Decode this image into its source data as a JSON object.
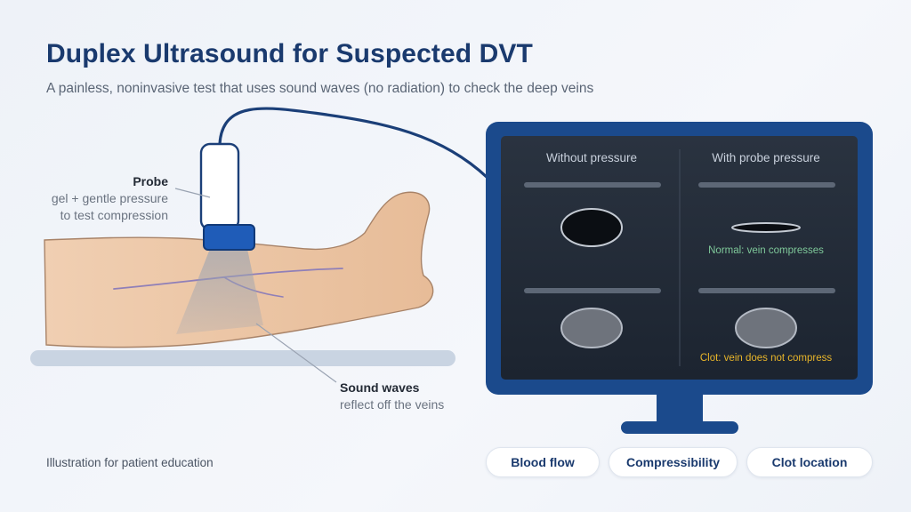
{
  "header": {
    "title": "Duplex Ultrasound for Suspected DVT",
    "subtitle": "A painless, noninvasive test that uses sound waves (no radiation) to check the deep veins"
  },
  "probe_label": {
    "heading": "Probe",
    "line1": "gel + gentle pressure",
    "line2": "to test compression"
  },
  "sound_waves_label": {
    "heading": "Sound waves",
    "line1": "reflect off the veins"
  },
  "monitor": {
    "left_panel_title": "Without pressure",
    "right_panel_title": "With probe pressure",
    "normal_status": "Normal: vein compresses",
    "clot_status": "Clot: vein does not compress"
  },
  "footer": {
    "note": "Illustration for patient education"
  },
  "features": [
    {
      "label": "Blood flow"
    },
    {
      "label": "Compressibility"
    },
    {
      "label": "Clot location"
    }
  ],
  "colors": {
    "title": "#1a3a6e",
    "monitor_frame": "#1b4a8c",
    "screen": "#222a36",
    "skin": "#ecc4a2",
    "normal_status": "#7fc99a",
    "clot_status": "#e8b52a"
  },
  "icons": [
    "ultrasound-probe-icon",
    "leg-illustration",
    "monitor-icon"
  ]
}
